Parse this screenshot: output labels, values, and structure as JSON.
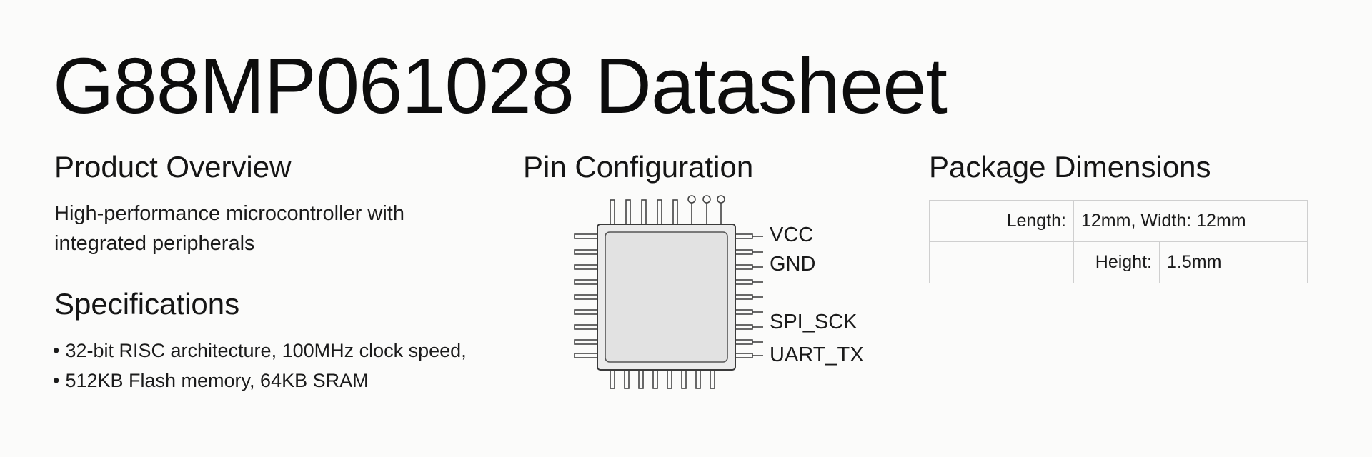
{
  "title": "G88MP061028 Datasheet",
  "overview": {
    "heading": "Product Overview",
    "line1": "High-performance microcontroller with",
    "line2": "integrated peripherals"
  },
  "specifications": {
    "heading": "Specifications",
    "items": [
      "32-bit RISC architecture, 100MHz clock speed,",
      "512KB Flash memory, 64KB SRAM"
    ]
  },
  "pin_configuration": {
    "heading": "Pin Configuration",
    "labels": [
      "VCC",
      "GND",
      "SPI_SCK",
      "UART_TX"
    ]
  },
  "package": {
    "heading": "Package Dimensions",
    "rows": [
      {
        "label": "Length:",
        "value": "12mm, Width: 12mm"
      },
      {
        "label": "Height:",
        "value": "1.5mm"
      }
    ]
  }
}
